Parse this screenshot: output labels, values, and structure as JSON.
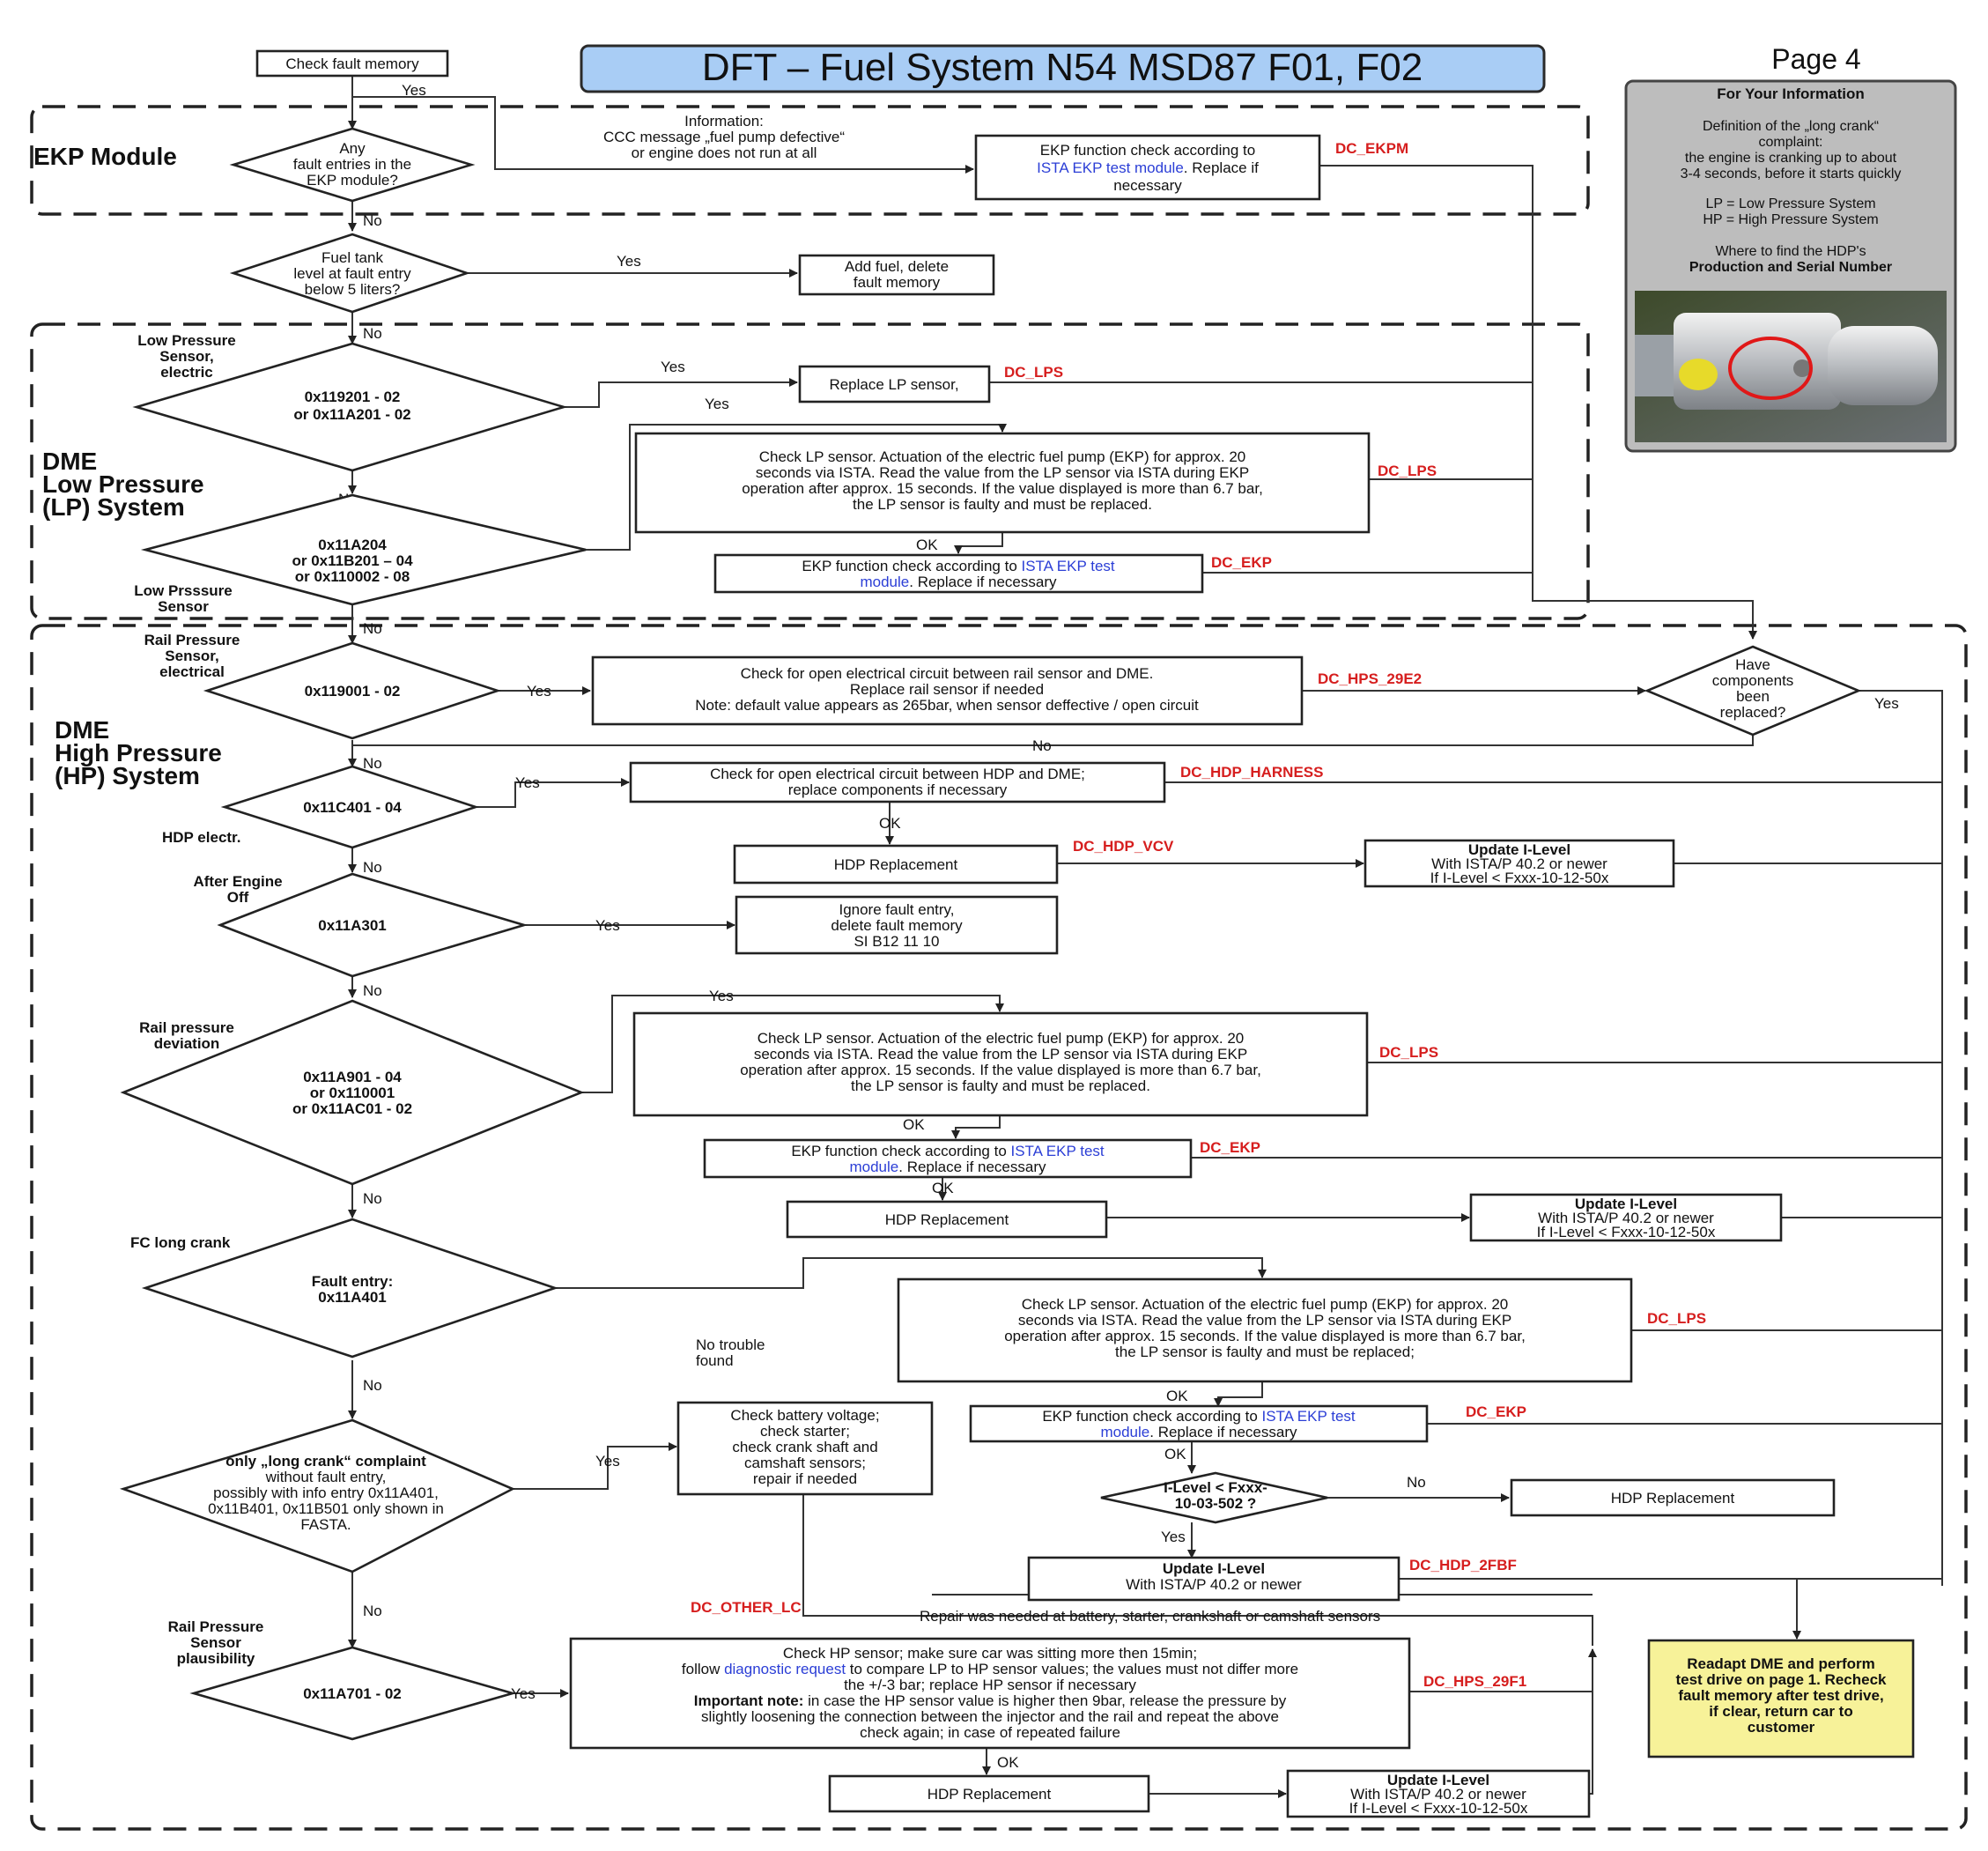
{
  "header": {
    "title": "DFT – Fuel System N54 MSD87 F01, F02",
    "page": "Page 4",
    "title_bg": "#a9cdf5",
    "title_border": "#2a2a2a"
  },
  "colors": {
    "dc_code": "#d61e1e",
    "link": "#2b3ed6",
    "final_bg": "#f7f299",
    "info_bg": "#bdbdbd"
  },
  "info_panel": {
    "heading": "For Your Information",
    "lines": [
      "Definition of the „long crank“",
      "complaint:",
      "the engine is cranking up to about",
      "3-4 seconds, before it starts quickly",
      "",
      "LP = Low Pressure System",
      "HP = High Pressure System",
      "",
      "Where to find the HDP's",
      "Production and Serial Number"
    ],
    "image": "hdp-pump-photo"
  },
  "sections": {
    "ekp": "EKP Module",
    "lp": [
      "DME",
      "Low Pressure",
      "(LP) System"
    ],
    "hp": [
      "DME",
      "High Pressure",
      "(HP) System"
    ]
  },
  "side_labels": {
    "lp_sensor": [
      "Low Pressure",
      "Sensor,",
      "electric"
    ],
    "lp_sensor2": [
      "Low Prsssure",
      "Sensor"
    ],
    "rail_sensor": [
      "Rail Pressure",
      "Sensor,",
      "electrical"
    ],
    "hdp_electr": "HDP electr.",
    "after_engine": [
      "After Engine",
      "Off"
    ],
    "rail_dev": [
      "Rail pressure",
      "deviation"
    ],
    "fc_long": "FC long crank",
    "no_trouble": [
      "No trouble",
      "found"
    ],
    "rail_plaus": [
      "Rail Pressure",
      "Sensor",
      "plausibility"
    ]
  },
  "answers": {
    "yes": "Yes",
    "no": "No",
    "ok": "OK"
  },
  "nodes": {
    "start": "Check fault memory",
    "information": [
      "Information:",
      "CCC message „fuel pump defective“",
      "or engine does not run at all"
    ],
    "d_ekp": [
      "Any",
      "fault entries in the",
      "EKP module?"
    ],
    "ekp_check1": [
      "EKP function check according to",
      "ISTA EKP test module",
      ". Replace if",
      "necessary"
    ],
    "d_fuel": [
      "Fuel tank",
      "level at fault entry",
      "below 5 liters?"
    ],
    "add_fuel": [
      "Add fuel, delete",
      "fault memory"
    ],
    "d_lp1": [
      "0x119201 - 02",
      "or 0x11A201 - 02"
    ],
    "replace_lp": "Replace LP sensor,",
    "check_lp": [
      "Check LP sensor. Actuation of the electric fuel pump (EKP) for approx. 20",
      "seconds via ISTA. Read the value from the LP sensor via ISTA during EKP",
      "operation after approx. 15 seconds. If the value displayed is more than 6.7 bar,",
      "the LP sensor is faulty and must be replaced."
    ],
    "check_lp3": [
      "Check LP sensor. Actuation of the electric fuel pump (EKP) for approx. 20",
      "seconds via ISTA. Read the value from the LP sensor via ISTA during EKP",
      "operation after approx. 15 seconds. If the value displayed is more than 6.7 bar,",
      "the LP sensor is faulty and must be replaced;"
    ],
    "d_lp2": [
      "0x11A204",
      "or 0x11B201 – 04",
      "or 0x110002 - 08"
    ],
    "ekp_check": [
      "EKP function check according to ",
      "ISTA EKP test",
      "module",
      ". Replace if necessary"
    ],
    "d_rail": "0x119001 - 02",
    "check_rail": [
      "Check for open electrical circuit between rail sensor and DME.",
      "Replace rail sensor if needed",
      "Note: default value appears as 265bar, when sensor deffective / open circuit"
    ],
    "d_replaced": [
      "Have",
      "components",
      "been",
      "replaced?"
    ],
    "d_hdp": "0x11C401 - 04",
    "check_hdp": [
      "Check for open electrical circuit between HDP and DME;",
      "replace components if necessary"
    ],
    "hdp_replacement": "HDP Replacement",
    "update_ilevel": [
      "Update I-Level",
      "With ISTA/P 40.2 or newer",
      "If I-Level < Fxxx-10-12-50x"
    ],
    "d_a301": "0x11A301",
    "ignore_fault": [
      "Ignore fault entry,",
      "delete fault memory",
      "SI B12 11 10"
    ],
    "d_a901": [
      "0x11A901 - 04",
      "or 0x110001",
      "or 0x11AC01 - 02"
    ],
    "d_a401": [
      "Fault entry:",
      "0x11A401"
    ],
    "d_longcrank": [
      "only „long crank“ complaint",
      "without fault entry,",
      "possibly with info entry 0x11A401,",
      "0x11B401, 0x11B501 only shown in",
      "FASTA."
    ],
    "check_battery": [
      "Check battery voltage;",
      "check starter;",
      "check crank shaft and",
      "camshaft sensors;",
      "repair if needed"
    ],
    "d_ilevel": [
      "I-Level < Fxxx-",
      "10-03-502 ?"
    ],
    "update_ilevel2": [
      "Update I-Level",
      "With ISTA/P 40.2 or newer"
    ],
    "repair_needed": "Repair was needed at battery, starter, crankshaft or camshaft sensors",
    "d_a701": "0x11A701 - 02",
    "check_hp": [
      "Check HP sensor; make sure car was sitting more then 15min;",
      "follow ",
      "diagnostic request",
      " to compare LP to HP sensor values; the values must not differ more",
      "the +/-3 bar; replace HP sensor if necessary",
      "Important note:",
      " in case the HP sensor value is higher then 9bar, release the pressure by",
      "slightly loosening the connection between the injector and the rail and repeat the above",
      "check again; in case of repeated failure"
    ],
    "final": [
      "Readapt DME and perform",
      "test drive on page 1. Recheck",
      "fault memory after test drive,",
      "if clear, return car to",
      "customer"
    ]
  },
  "dc_codes": {
    "ekpm": "DC_EKPM",
    "lps": "DC_LPS",
    "ekp": "DC_EKP",
    "hps_29e2": "DC_HPS_29E2",
    "hdp_harness": "DC_HDP_HARNESS",
    "hdp_vcv": "DC_HDP_VCV",
    "hdp_2fbf": "DC_HDP_2FBF",
    "other_lc": "DC_OTHER_LC",
    "hps_29f1": "DC_HPS_29F1"
  }
}
